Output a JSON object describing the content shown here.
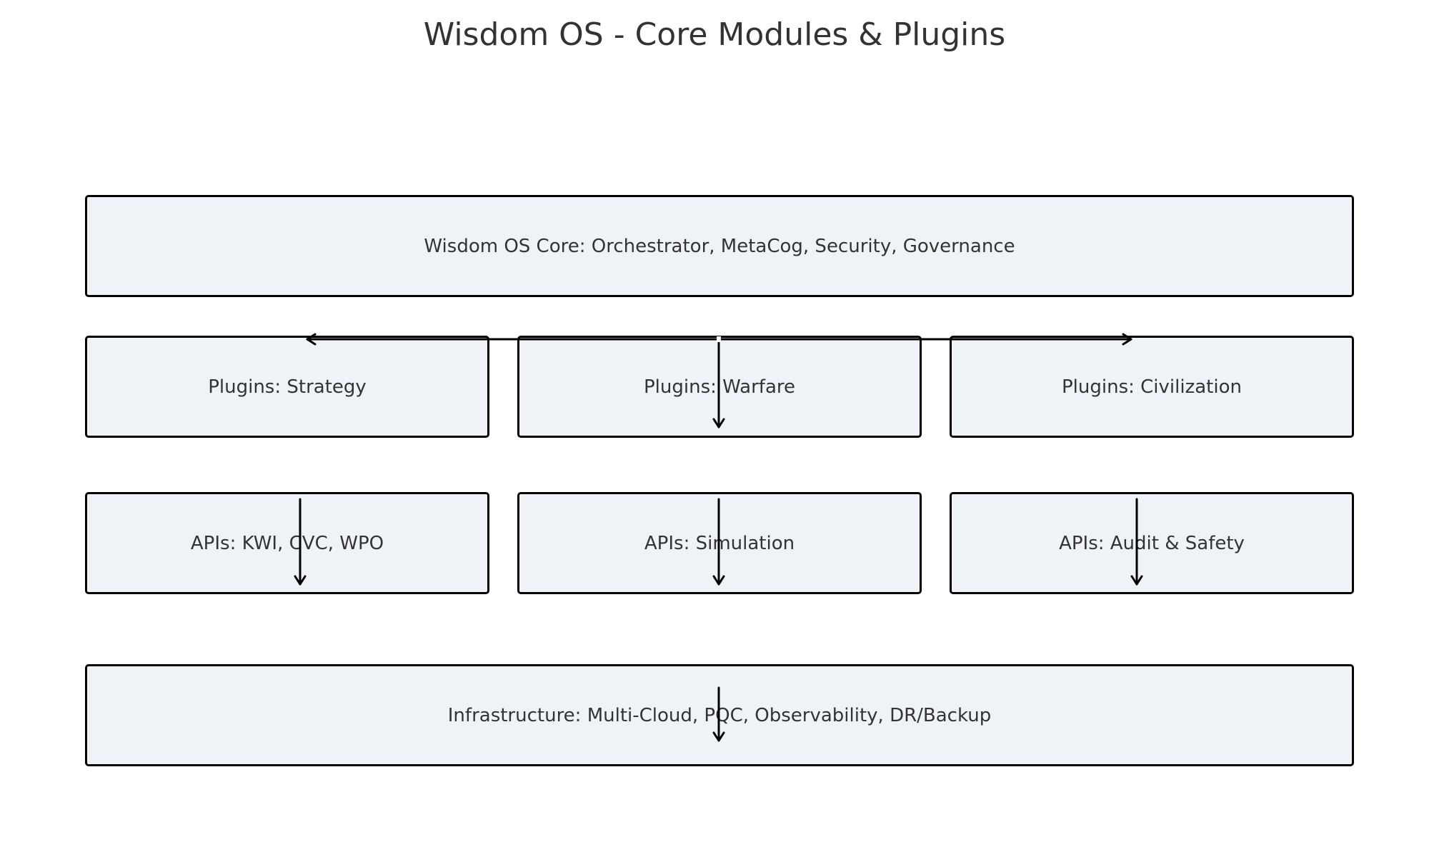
{
  "title": "Wisdom OS - Core Modules & Plugins",
  "layers": {
    "core": "Wisdom OS Core: Orchestrator, MetaCog, Security, Governance",
    "plugins": [
      "Plugins: Strategy",
      "Plugins: Warfare",
      "Plugins: Civilization"
    ],
    "apis": [
      "APIs: KWI, CVC, WPO",
      "APIs: Simulation",
      "APIs: Audit & Safety"
    ],
    "infrastructure": "Infrastructure: Multi-Cloud, PQC, Observability, DR/Backup"
  },
  "colors": {
    "box_fill": "#eff3f8",
    "box_border": "#000000",
    "text": "#333333",
    "arrow": "#000000"
  }
}
